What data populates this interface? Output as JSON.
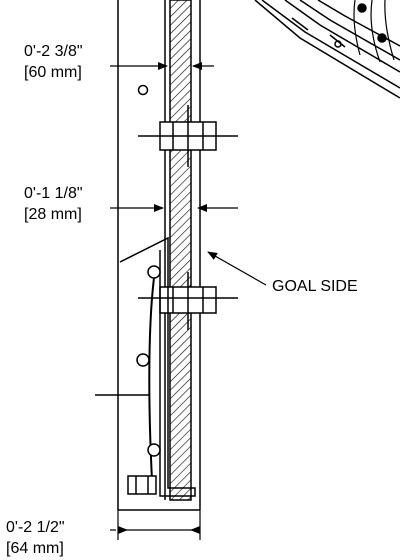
{
  "dimensions": [
    {
      "imperial": "0'-2 3/8\"",
      "metric": "[60 mm]"
    },
    {
      "imperial": "0'-1 1/8\"",
      "metric": "[28 mm]"
    },
    {
      "imperial": "0'-2 1/2\"",
      "metric": "[64 mm]"
    }
  ],
  "callout": {
    "label": "GOAL SIDE"
  },
  "colors": {
    "line": "#000000",
    "background": "#ffffff"
  }
}
